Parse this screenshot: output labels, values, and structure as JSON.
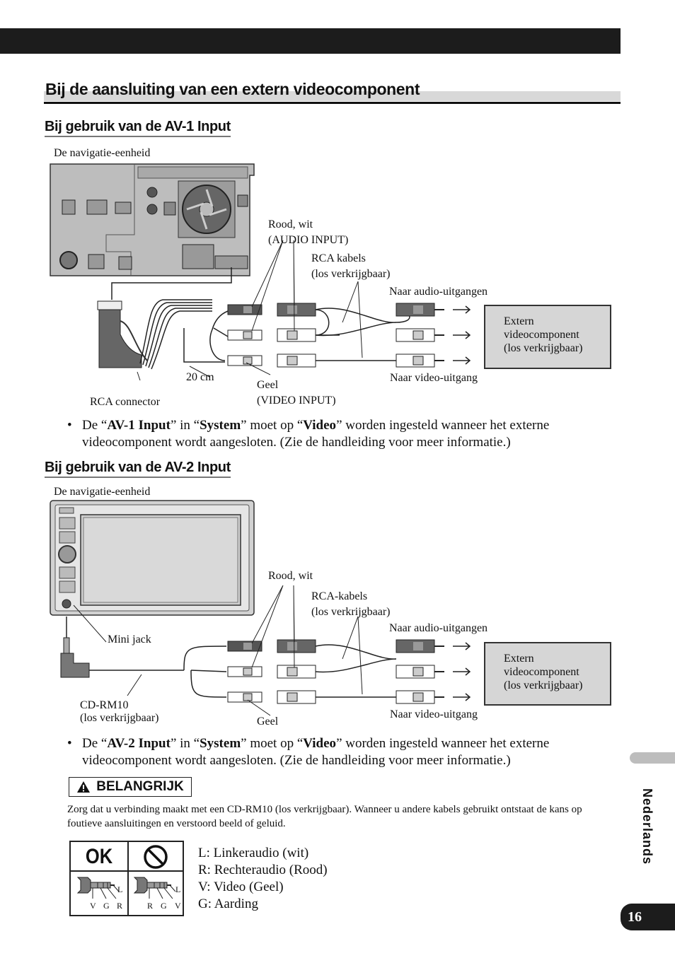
{
  "page": {
    "title": "Bij de aansluiting van een extern videocomponent",
    "side_language": "Nederlands",
    "page_number": "16"
  },
  "section1": {
    "heading": "Bij gebruik van de AV-1 Input",
    "unit_label": "De navigatie-eenheid",
    "red_white_label": "Rood, wit",
    "audio_input_label": "(AUDIO INPUT)",
    "rca_cables_label": "RCA kabels",
    "rca_cables_sub": "(los verkrijgbaar)",
    "to_audio_out": "Naar audio-uitgangen",
    "to_video_out": "Naar video-uitgang",
    "ext_line1": "Extern",
    "ext_line2": "videocomponent",
    "ext_line3": "(los verkrijgbaar)",
    "length_label": "20 cm",
    "yellow_label": "Geel",
    "video_input_label": "(VIDEO INPUT)",
    "rca_connector_label": "RCA connector",
    "bullet": {
      "t1": "De “",
      "b1": "AV-1 Input",
      "t2": "” in “",
      "b2": "System",
      "t3": "” moet op “",
      "b3": "Video",
      "t4": "” worden ingesteld wanneer het externe videocomponent wordt aangesloten. (Zie de handleiding voor meer informatie.)"
    }
  },
  "section2": {
    "heading": "Bij gebruik van de AV-2 Input",
    "unit_label": "De navigatie-eenheid",
    "red_white_label": "Rood, wit",
    "rca_cables_label": "RCA-kabels",
    "rca_cables_sub": "(los verkrijgbaar)",
    "to_audio_out": "Naar audio-uitgangen",
    "to_video_out": "Naar video-uitgang",
    "ext_line1": "Extern",
    "ext_line2": "videocomponent",
    "ext_line3": "(los verkrijgbaar)",
    "mini_jack_label": "Mini jack",
    "cd_rm10_label": "CD-RM10",
    "cd_rm10_sub": "(los verkrijgbaar)",
    "yellow_label": "Geel",
    "bullet": {
      "t1": "De “",
      "b1": "AV-2 Input",
      "t2": "” in “",
      "b2": "System",
      "t3": "” moet op “",
      "b3": "Video",
      "t4": "” worden ingesteld wanneer het externe videocomponent wordt aangesloten. (Zie de handleiding voor meer informatie.)"
    }
  },
  "important": {
    "badge": "BELANGRIJK",
    "text": "Zorg dat u verbinding maakt met een CD-RM10 (los verkrijgbaar). Wanneer u andere kabels gebruikt ontstaat de kans op foutieve aansluitingen en verstoord beeld of geluid.",
    "ok_label": "OK",
    "plug_ok": {
      "l": "L",
      "v": "V",
      "g": "G",
      "r": "R"
    },
    "plug_ng": {
      "l": "L",
      "r": "R",
      "g": "G",
      "v": "V"
    },
    "legend": [
      "L: Linkeraudio (wit)",
      "R: Rechteraudio (Rood)",
      "V: Video (Geel)",
      "G: Aarding"
    ]
  }
}
